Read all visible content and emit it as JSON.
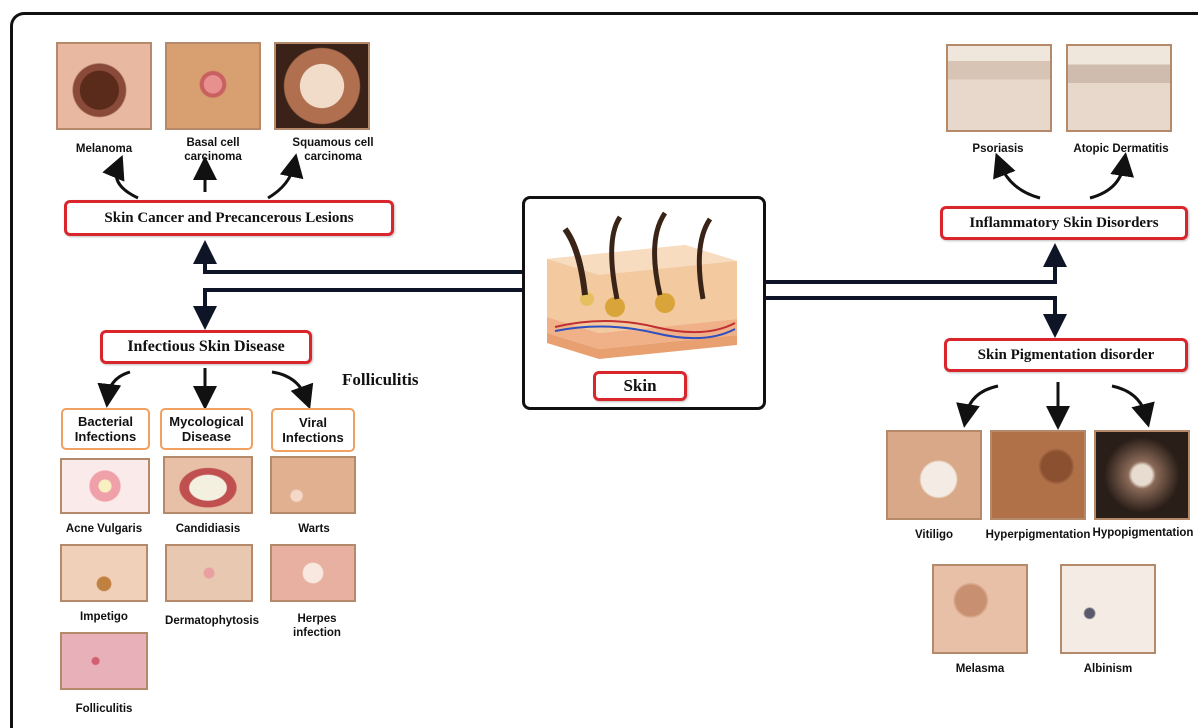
{
  "center": {
    "label": "Skin"
  },
  "floating_label": "Folliculitis",
  "categories": {
    "cancer": {
      "title": "Skin Cancer and Precancerous Lesions",
      "items": [
        "Melanoma",
        "Basal cell carcinoma",
        "Squamous cell carcinoma"
      ]
    },
    "inflammatory": {
      "title": "Inflammatory Skin Disorders",
      "items": [
        "Psoriasis",
        "Atopic Dermatitis"
      ]
    },
    "infectious": {
      "title": "Infectious Skin Disease",
      "subgroups": [
        {
          "title": "Bacterial Infections",
          "items": [
            "Acne Vulgaris",
            "Impetigo",
            "Folliculitis"
          ]
        },
        {
          "title": "Mycological Disease",
          "items": [
            "Candidiasis",
            "Dermatophytosis"
          ]
        },
        {
          "title": "Viral Infections",
          "items": [
            "Warts",
            "Herpes infection"
          ]
        }
      ]
    },
    "pigmentation": {
      "title": "Skin Pigmentation disorder",
      "items": [
        "Vitiligo",
        "Hyperpigmentation",
        "Hypopigmentation",
        "Melasma",
        "Albinism"
      ]
    }
  },
  "colors": {
    "category_border": "#d8262c",
    "subgroup_border": "#f0a060",
    "line": "#0d1526"
  }
}
